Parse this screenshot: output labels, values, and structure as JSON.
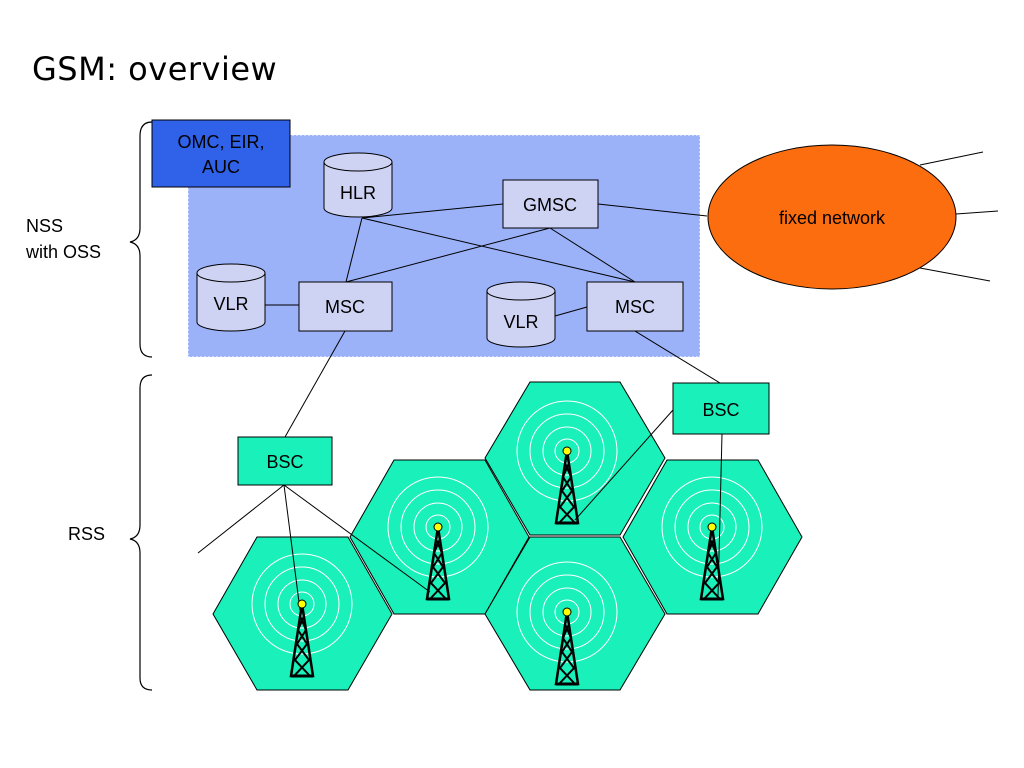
{
  "title": "GSM: overview",
  "nss_label_line1": "NSS",
  "nss_label_line2": "with OSS",
  "rss_label": "RSS",
  "omc_line1": "OMC, EIR,",
  "omc_line2": "AUC",
  "hlr": "HLR",
  "gmsc": "GMSC",
  "vlr_left": "VLR",
  "vlr_right": "VLR",
  "msc_left": "MSC",
  "msc_right": "MSC",
  "fixed_network": "fixed network",
  "bsc_left": "BSC",
  "bsc_right": "BSC",
  "colors": {
    "nss_area": "#9bb1f8",
    "omc": "#2f62e8",
    "node_fill": "#cfd3f3",
    "cell": "#19f0ba",
    "fixed_network": "#fb6d0f",
    "antenna_tip": "#ffff00"
  }
}
